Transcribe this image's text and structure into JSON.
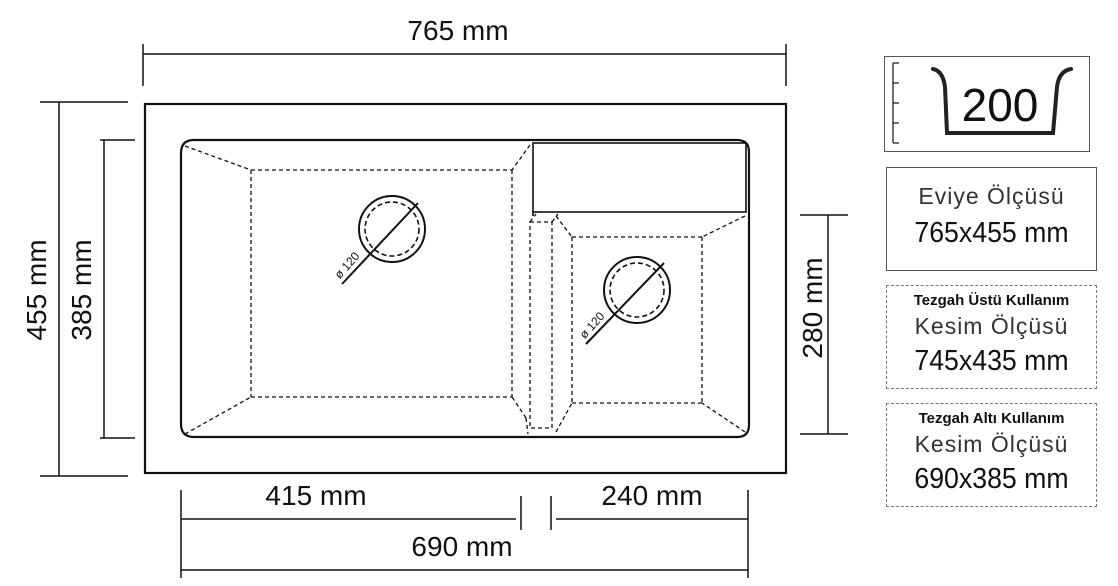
{
  "dimensions": {
    "overall_width": "765 mm",
    "overall_height": "455 mm",
    "inner_height": "385 mm",
    "small_bowl_height": "280 mm",
    "big_bowl_width": "415 mm",
    "small_bowl_width": "240 mm",
    "inner_width": "690 mm",
    "drain_diameter_big": "ø 120",
    "drain_diameter_small": "ø 120"
  },
  "depth": {
    "value": "200"
  },
  "panels": {
    "sink_size": {
      "title": "Eviye  Ölçüsü",
      "value": "765x455 mm"
    },
    "top_mount": {
      "title": "Tezgah Üstü Kullanım",
      "subtitle": "Kesim Ölçüsü",
      "value": "745x435 mm"
    },
    "under_mount": {
      "title": "Tezgah Altı  Kullanım",
      "subtitle": "Kesim Ölçüsü",
      "value": "690x385 mm"
    }
  },
  "colors": {
    "line": "#111111",
    "panel_border": "#555555",
    "dashed_border": "#777777"
  }
}
